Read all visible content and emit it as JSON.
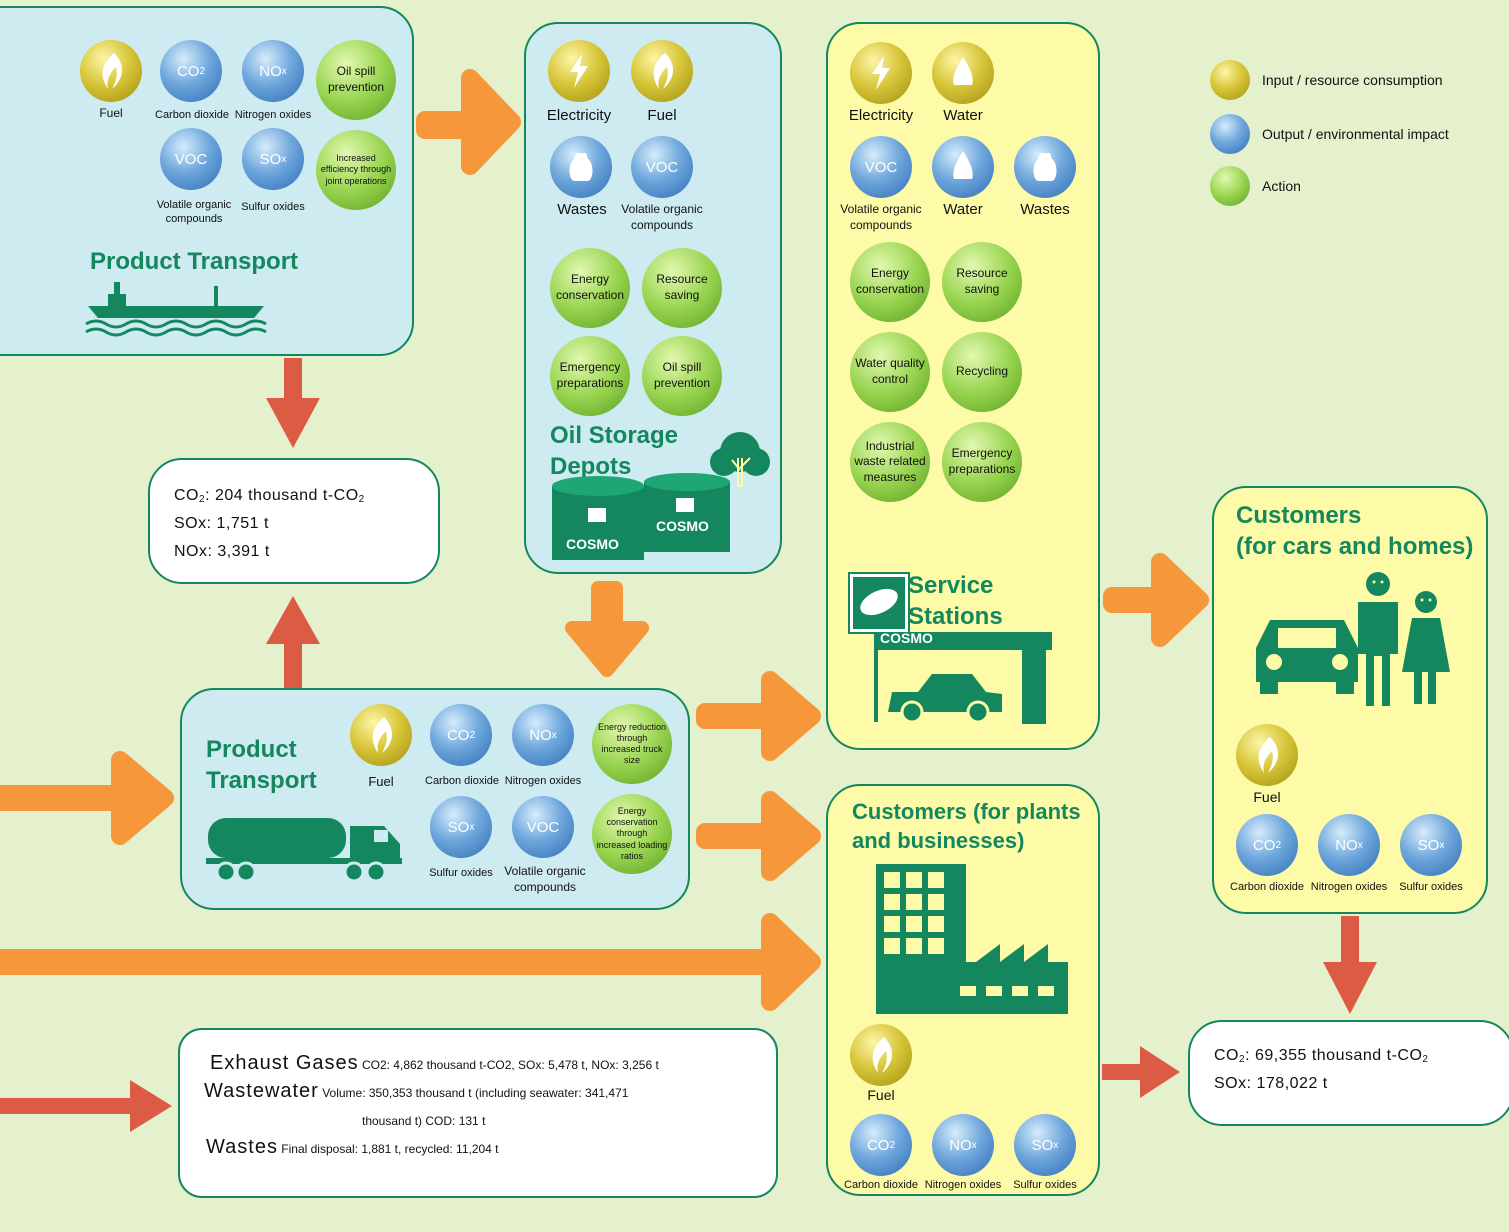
{
  "legend": {
    "input": "Input / resource consumption",
    "output": "Output / environmental impact",
    "action": "Action"
  },
  "colors": {
    "background": "#e4f1cc",
    "accent_green": "#14875e",
    "arrow_orange": "#f5973a",
    "arrow_red": "#dc5b44"
  },
  "sea_transport": {
    "title": "Product Transport",
    "fuel": "Fuel",
    "co2": "Carbon dioxide",
    "nox": "Nitrogen oxides",
    "voc": "Volatile organic compounds",
    "sox": "Sulfur oxides",
    "action1": "Oil spill prevention",
    "action2": "Increased efficiency through joint operations"
  },
  "icon_labels": {
    "co2": "CO",
    "co2_sub": "2",
    "nox": "NO",
    "nox_sub": "x",
    "sox": "SO",
    "sox_sub": "x",
    "voc": "VOC"
  },
  "sea_emissions": {
    "co2_label": "CO",
    "co2_sub": "2",
    "co2_value": ":  204 thousand t-CO",
    "co2_unit_sub": "2",
    "sox_line": "SOx:  1,751 t",
    "nox_line": "NOx:  3,391 t"
  },
  "depots": {
    "title_line1": "Oil Storage",
    "title_line2": "Depots",
    "electricity": "Electricity",
    "fuel": "Fuel",
    "wastes": "Wastes",
    "voc": "Volatile organic compounds",
    "action1": "Energy conservation",
    "action2": "Resource saving",
    "action3": "Emergency preparations",
    "action4": "Oil spill prevention",
    "brand": "COSMO"
  },
  "service_stations": {
    "title_line1": "Service",
    "title_line2": "Stations",
    "electricity": "Electricity",
    "water_in": "Water",
    "voc": "Volatile organic compounds",
    "water_out": "Water",
    "wastes": "Wastes",
    "action1": "Energy conservation",
    "action2": "Resource saving",
    "action3": "Water quality control",
    "action4": "Recycling",
    "action5": "Industrial waste related measures",
    "action6": "Emergency preparations",
    "brand": "COSMO"
  },
  "truck_transport": {
    "title_line1": "Product",
    "title_line2": "Transport",
    "fuel": "Fuel",
    "co2": "Carbon dioxide",
    "nox": "Nitrogen oxides",
    "sox": "Sulfur oxides",
    "voc": "Volatile organic compounds",
    "action1": "Energy reduction through increased truck size",
    "action2": "Energy conservation through increased loading ratios"
  },
  "plants": {
    "title_line1": "Customers (for plants",
    "title_line2": "and businesses)",
    "fuel": "Fuel",
    "co2": "Carbon dioxide",
    "nox": "Nitrogen oxides",
    "sox": "Sulfur oxides"
  },
  "homes": {
    "title_line1": "Customers",
    "title_line2": "(for cars and homes)",
    "fuel": "Fuel",
    "co2": "Carbon dioxide",
    "nox": "Nitrogen oxides",
    "sox": "Sulfur oxides"
  },
  "customer_emissions": {
    "co2_label": "CO",
    "co2_sub": "2",
    "co2_value": ":  69,355 thousand t-CO",
    "co2_unit_sub": "2",
    "sox_line": "SOx:  178,022 t"
  },
  "refinery_output": {
    "exhaust_label": "Exhaust Gases",
    "exhaust_text": "CO2: 4,862 thousand t-CO2, SOx: 5,478 t, NOx: 3,256 t",
    "wastewater_label": "Wastewater",
    "wastewater_text1": "Volume: 350,353 thousand t (including seawater: 341,471",
    "wastewater_text2": "thousand t) COD: 131 t",
    "wastes_label": "Wastes",
    "wastes_text": "Final disposal: 1,881 t, recycled: 11,204 t"
  }
}
